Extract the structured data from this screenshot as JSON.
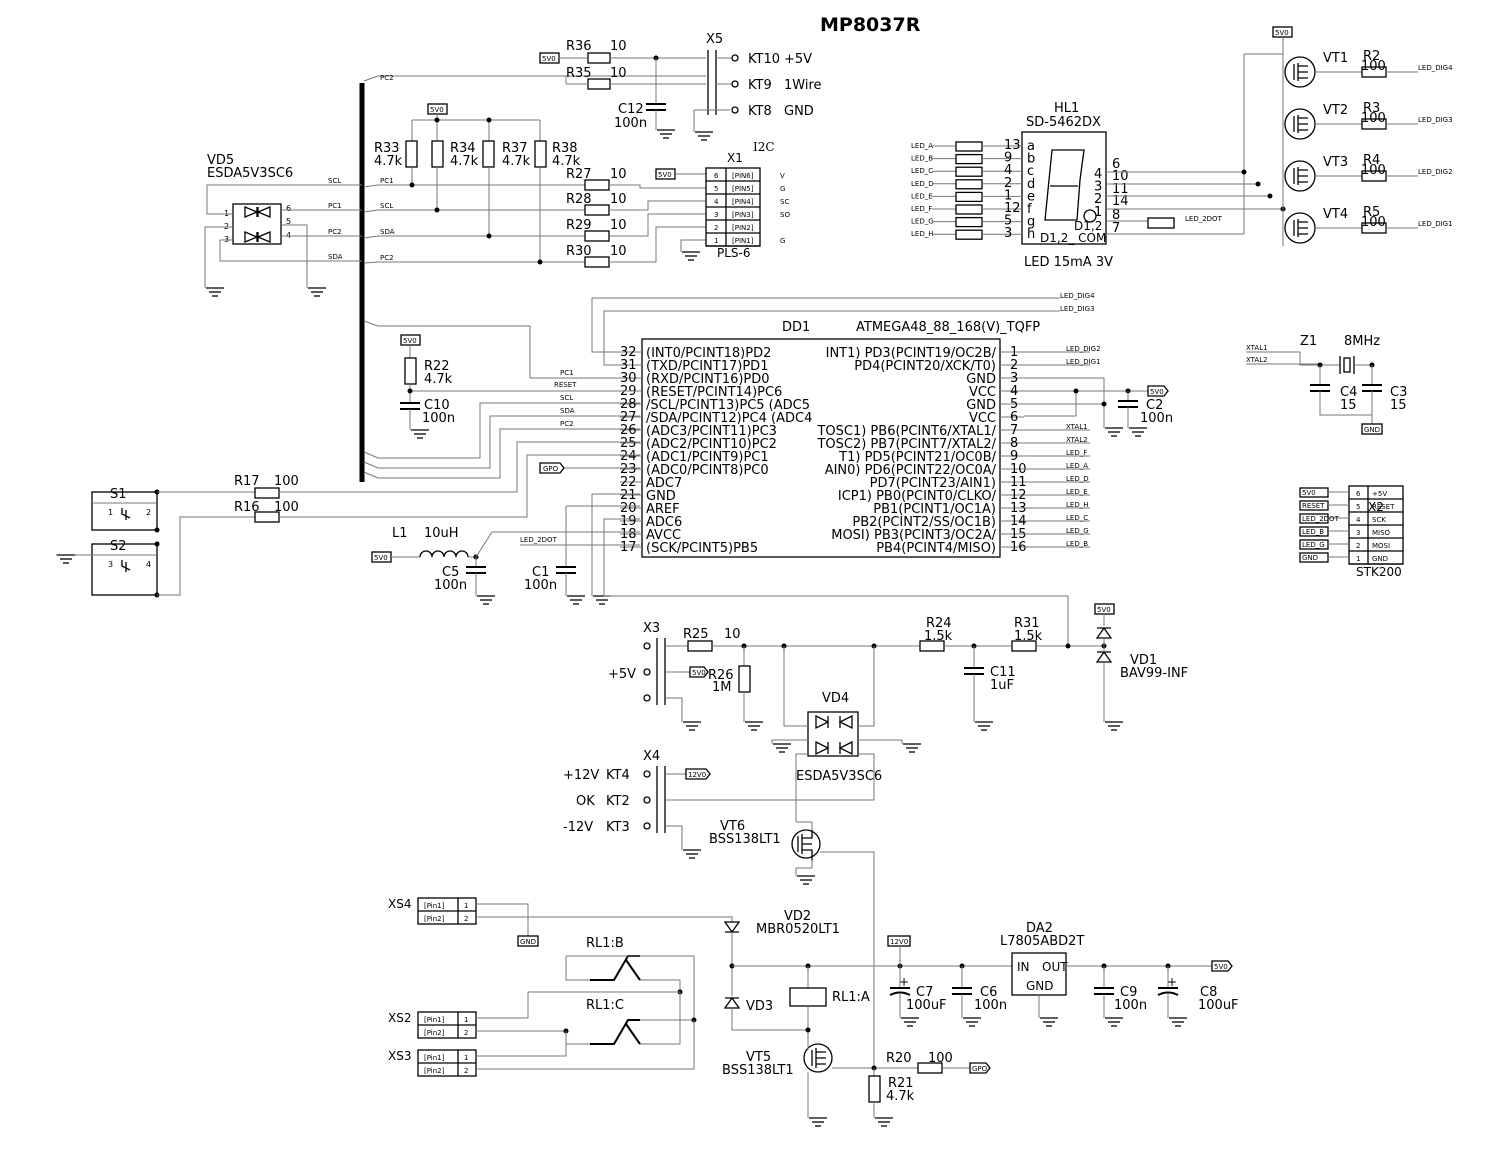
{
  "title": "MP8037R",
  "x5": {
    "ref": "X5",
    "pins": [
      {
        "kt": "KT10",
        "label": "+5V"
      },
      {
        "kt": "KT9",
        "label": "1Wire"
      },
      {
        "kt": "KT8",
        "label": "GND"
      }
    ]
  },
  "x1": {
    "ref": "X1",
    "note": "I2C",
    "name": "PLS-6",
    "pins": [
      {
        "p": "6",
        "n": "[PIN6]",
        "s": "V"
      },
      {
        "p": "5",
        "n": "[PIN5]",
        "s": "G"
      },
      {
        "p": "4",
        "n": "[PIN4]",
        "s": "SC"
      },
      {
        "p": "3",
        "n": "[PIN3]",
        "s": "SO"
      },
      {
        "p": "2",
        "n": "[PIN2]",
        "s": ""
      },
      {
        "p": "1",
        "n": "[PIN1]",
        "s": "G"
      }
    ]
  },
  "resistors": {
    "r36": {
      "ref": "R36",
      "val": "10"
    },
    "r35": {
      "ref": "R35",
      "val": "10"
    },
    "r33": {
      "ref": "R33",
      "val": "4.7k"
    },
    "r34": {
      "ref": "R34",
      "val": "4.7k"
    },
    "r37": {
      "ref": "R37",
      "val": "4.7k"
    },
    "r38": {
      "ref": "R38",
      "val": "4.7k"
    },
    "r27": {
      "ref": "R27",
      "val": "10"
    },
    "r28": {
      "ref": "R28",
      "val": "10"
    },
    "r29": {
      "ref": "R29",
      "val": "10"
    },
    "r30": {
      "ref": "R30",
      "val": "10"
    },
    "r22": {
      "ref": "R22",
      "val": "4.7k"
    },
    "r17": {
      "ref": "R17",
      "val": "100"
    },
    "r16": {
      "ref": "R16",
      "val": "100"
    },
    "r25": {
      "ref": "R25",
      "val": "10"
    },
    "r26": {
      "ref": "R26",
      "val": "1M"
    },
    "r24": {
      "ref": "R24",
      "val": "1.5k"
    },
    "r31": {
      "ref": "R31",
      "val": "1.5k"
    },
    "r20": {
      "ref": "R20",
      "val": "100"
    },
    "r21": {
      "ref": "R21",
      "val": "4.7k"
    },
    "r2": {
      "ref": "R2",
      "val": "100"
    },
    "r3": {
      "ref": "R3",
      "val": "100"
    },
    "r4": {
      "ref": "R4",
      "val": "100"
    },
    "r5": {
      "ref": "R5",
      "val": "100"
    }
  },
  "caps": {
    "c12": {
      "ref": "C12",
      "val": "100n"
    },
    "c10": {
      "ref": "C10",
      "val": "100n"
    },
    "c5": {
      "ref": "C5",
      "val": "100n"
    },
    "c1": {
      "ref": "C1",
      "val": "100n"
    },
    "c2": {
      "ref": "C2",
      "val": "100n"
    },
    "c4": {
      "ref": "C4",
      "val": "15"
    },
    "c3": {
      "ref": "C3",
      "val": "15"
    },
    "c11": {
      "ref": "C11",
      "val": "1uF"
    },
    "c7": {
      "ref": "C7",
      "val": "100uF"
    },
    "c6": {
      "ref": "C6",
      "val": "100n"
    },
    "c9": {
      "ref": "C9",
      "val": "100n"
    },
    "c8": {
      "ref": "C8",
      "val": "100uF"
    }
  },
  "vd5": {
    "ref": "VD5",
    "name": "ESDA5V3SC6",
    "pins": [
      "1",
      "2",
      "3",
      "6",
      "5",
      "4"
    ]
  },
  "nets": {
    "v5": "5V0",
    "v12": "12V0",
    "gnd": "GND",
    "gpo": "GPO",
    "reset": "RESET",
    "pc1": "PC1",
    "pc2": "PC2",
    "scl": "SCL",
    "sda": "SDA",
    "led_dig1": "LED_DIG1",
    "led_dig2": "LED_DIG2",
    "led_dig3": "LED_DIG3",
    "led_dig4": "LED_DIG4",
    "led_2dot": "LED_2DOT",
    "xtal1": "XTAL1",
    "xtal2": "XTAL2",
    "led_a": "LED_A",
    "led_b": "LED_B",
    "led_c": "LED_C",
    "led_d": "LED_D",
    "led_e": "LED_E",
    "led_f": "LED_F",
    "led_g": "LED_G",
    "led_h": "LED_H"
  },
  "hl1": {
    "ref": "HL1",
    "name": "SD-5462DX",
    "note": "LED 15mA 3V",
    "com": "D1,2_ COM",
    "d12": "D1,2",
    "left": [
      {
        "n": "LED_A",
        "p": "13",
        "s": "a"
      },
      {
        "n": "LED_B",
        "p": "9",
        "s": "b"
      },
      {
        "n": "LED_C",
        "p": "4",
        "s": "c"
      },
      {
        "n": "LED_D",
        "p": "2",
        "s": "d"
      },
      {
        "n": "LED_E",
        "p": "1",
        "s": "e"
      },
      {
        "n": "LED_F",
        "p": "12",
        "s": "f"
      },
      {
        "n": "LED_G",
        "p": "5",
        "s": "g"
      },
      {
        "n": "LED_H",
        "p": "3",
        "s": "h"
      }
    ],
    "right": [
      "4",
      "3",
      "2",
      "1"
    ],
    "out": [
      "6",
      "10",
      "11",
      "14",
      "8",
      "7"
    ]
  },
  "vt": [
    {
      "ref": "VT1"
    },
    {
      "ref": "VT2"
    },
    {
      "ref": "VT3"
    },
    {
      "ref": "VT4"
    }
  ],
  "led_digs": [
    "LED_DIG4",
    "LED_DIG3",
    "LED_DIG2",
    "LED_DIG1"
  ],
  "dd1": {
    "ref": "DD1",
    "name": "ATMEGA48_88_168(V)_TQFP",
    "left": [
      {
        "p": "32",
        "f": "(INT0/PCINT18)PD2"
      },
      {
        "p": "31",
        "f": "(TXD/PCINT17)PD1"
      },
      {
        "p": "30",
        "f": "(RXD/PCINT16)PD0"
      },
      {
        "p": "29",
        "f": "(RESET/PCINT14)PC6"
      },
      {
        "p": "28",
        "f": "/SCL/PCINT13)PC5  (ADC5"
      },
      {
        "p": "27",
        "f": "/SDA/PCINT12)PC4  (ADC4"
      },
      {
        "p": "26",
        "f": "(ADC3/PCINT11)PC3"
      },
      {
        "p": "25",
        "f": "(ADC2/PCINT10)PC2"
      },
      {
        "p": "24",
        "f": "(ADC1/PCINT9)PC1"
      },
      {
        "p": "23",
        "f": "(ADC0/PCINT8)PC0"
      },
      {
        "p": "22",
        "f": "ADC7"
      },
      {
        "p": "21",
        "f": "GND"
      },
      {
        "p": "20",
        "f": "AREF"
      },
      {
        "p": "19",
        "f": "ADC6"
      },
      {
        "p": "18",
        "f": "AVCC"
      },
      {
        "p": "17",
        "f": "(SCK/PCINT5)PB5"
      }
    ],
    "right": [
      {
        "p": "1",
        "f": "INT1)  PD3(PCINT19/OC2B/"
      },
      {
        "p": "2",
        "f": "PD4(PCINT20/XCK/T0)"
      },
      {
        "p": "3",
        "f": "GND"
      },
      {
        "p": "4",
        "f": "VCC"
      },
      {
        "p": "5",
        "f": "GND"
      },
      {
        "p": "6",
        "f": "VCC"
      },
      {
        "p": "7",
        "f": "TOSC1)    PB6(PCINT6/XTAL1/"
      },
      {
        "p": "8",
        "f": "TOSC2)    PB7(PCINT7/XTAL2/"
      },
      {
        "p": "9",
        "f": "T1)    PD5(PCINT21/OC0B/"
      },
      {
        "p": "10",
        "f": "AIN0)    PD6(PCINT22/OC0A/"
      },
      {
        "p": "11",
        "f": "PD7(PCINT23/AIN1)"
      },
      {
        "p": "12",
        "f": "ICP1)    PB0(PCINT0/CLKO/"
      },
      {
        "p": "13",
        "f": "PB1(PCINT1/OC1A)"
      },
      {
        "p": "14",
        "f": "PB2(PCINT2/SS/OC1B)"
      },
      {
        "p": "15",
        "f": "MOSI)   PB3(PCINT3/OC2A/"
      },
      {
        "p": "16",
        "f": "PB4(PCINT4/MISO)"
      }
    ],
    "rnets": [
      "LED_DIG2",
      "LED_DIG1",
      "",
      "",
      "",
      "",
      "XTAL1",
      "XTAL2",
      "LED_F",
      "LED_A",
      "LED_D",
      "LED_E",
      "LED_H",
      "LED_C",
      "LED_G",
      "LED_B"
    ]
  },
  "z1": {
    "ref": "Z1",
    "val": "8MHz"
  },
  "x2": {
    "ref": "X2",
    "name": "STK200",
    "rows": [
      {
        "n": "5V0",
        "p": "6",
        "s": "+5V"
      },
      {
        "n": "RESET",
        "p": "5",
        "s": "RESET"
      },
      {
        "n": "LED_2DOT",
        "p": "4",
        "s": "SCK"
      },
      {
        "n": "LED_B",
        "p": "3",
        "s": "MISO"
      },
      {
        "n": "LED_G",
        "p": "2",
        "s": "MOSI"
      },
      {
        "n": "GND",
        "p": "1",
        "s": "GND"
      }
    ]
  },
  "s1": {
    "ref": "S1",
    "a": "1",
    "b": "2"
  },
  "s2": {
    "ref": "S2",
    "a": "3",
    "b": "4"
  },
  "l1": {
    "ref": "L1",
    "val": "10uH"
  },
  "x3": {
    "ref": "X3",
    "label": "+5V"
  },
  "vd4": {
    "ref": "VD4",
    "name": "ESDA5V3SC6"
  },
  "vd1": {
    "ref": "VD1",
    "name": "BAV99-INF"
  },
  "x4": {
    "ref": "X4",
    "pins": [
      {
        "label": "+12V",
        "kt": "KT4"
      },
      {
        "label": "OK",
        "kt": "KT2"
      },
      {
        "label": "-12V",
        "kt": "KT3"
      }
    ]
  },
  "vt6": {
    "ref": "VT6",
    "name": "BSS138LT1"
  },
  "vt5": {
    "ref": "VT5",
    "name": "BSS138LT1"
  },
  "vd2": {
    "ref": "VD2",
    "name": "MBR0520LT1"
  },
  "vd3": {
    "ref": "VD3"
  },
  "da2": {
    "ref": "DA2",
    "name": "L7805ABD2T",
    "in": "IN",
    "out": "OUT",
    "gnd": "GND"
  },
  "rl1": {
    "a": "RL1:A",
    "b": "RL1:B",
    "c": "RL1:C"
  },
  "xs": [
    {
      "ref": "XS4"
    },
    {
      "ref": "XS2"
    },
    {
      "ref": "XS3"
    }
  ],
  "pinlbl": {
    "p1": "[Pin1]",
    "p2": "[Pin2]",
    "n1": "1",
    "n2": "2"
  },
  "plus": "+"
}
